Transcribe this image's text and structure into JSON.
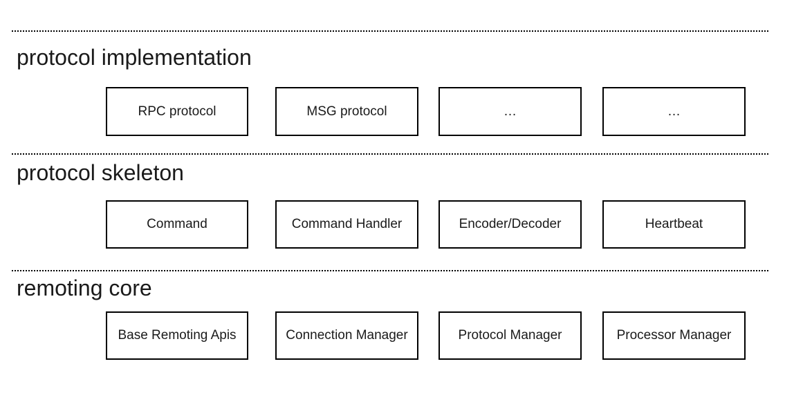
{
  "sections": [
    {
      "label": "protocol implementation",
      "boxes": [
        {
          "label": "RPC protocol"
        },
        {
          "label": "MSG protocol"
        },
        {
          "label": "…"
        },
        {
          "label": "…"
        }
      ]
    },
    {
      "label": "protocol skeleton",
      "boxes": [
        {
          "label": "Command"
        },
        {
          "label": "Command Handler"
        },
        {
          "label": "Encoder/Decoder"
        },
        {
          "label": "Heartbeat"
        }
      ]
    },
    {
      "label": "remoting core",
      "boxes": [
        {
          "label": "Base Remoting Apis"
        },
        {
          "label": "Connection Manager"
        },
        {
          "label": "Protocol Manager"
        },
        {
          "label": "Processor Manager"
        }
      ]
    }
  ],
  "colors": {
    "background": "#ffffff",
    "border": "#000000",
    "text": "#1a1a1a"
  }
}
